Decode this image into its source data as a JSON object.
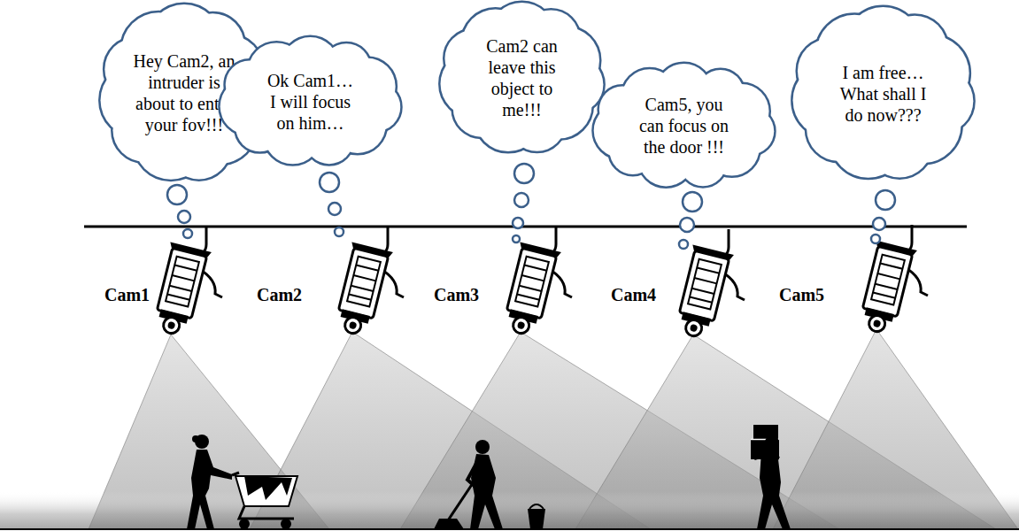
{
  "diagram": {
    "nodes": [
      {
        "text": [
          "Hey Cam2, an intruder is about to enter your fov!!!"
        ]
      },
      {
        "text": [
          "Ok Cam1… I will focus on him…"
        ]
      },
      {
        "text": [
          "Cam2 can leave this object to me!!!"
        ]
      },
      {
        "text": [
          "Cam5, you can focus on the door !!!"
        ]
      },
      {
        "text": [
          "I am free…What shall I do now???"
        ]
      }
    ],
    "labels": [
      "Cam1",
      "Cam2",
      "Cam3",
      "Cam4",
      "Cam5"
    ]
  }
}
